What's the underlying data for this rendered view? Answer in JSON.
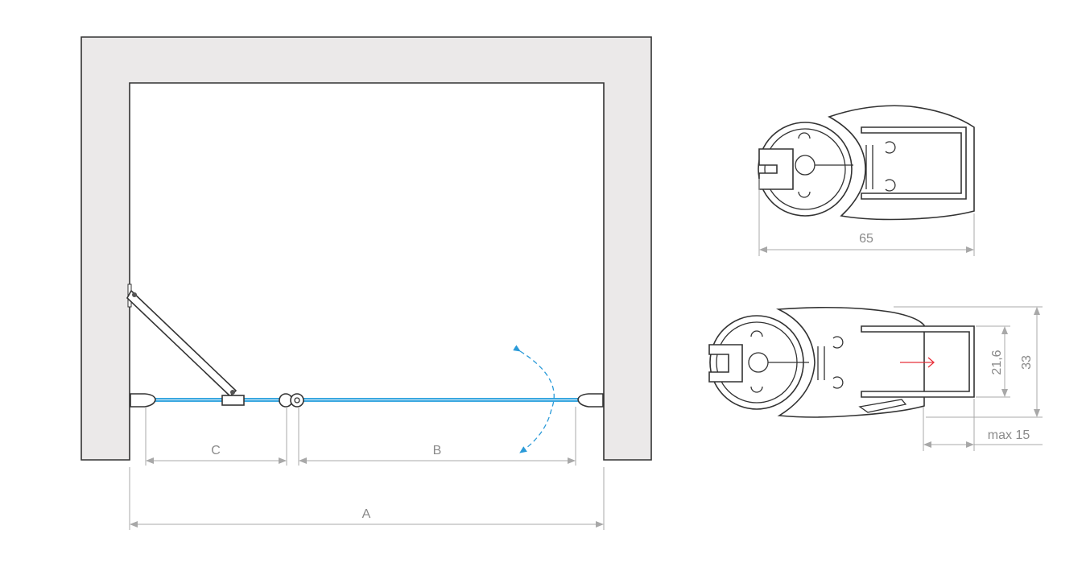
{
  "labels": {
    "A": "A",
    "B": "B",
    "C": "C",
    "width_65": "65",
    "glass_21_6": "21,6",
    "height_33": "33",
    "max_15": "max 15"
  },
  "colors": {
    "wall": "#ebe9e9",
    "glass": "#3aa7e0",
    "swing_arrow": "#2a9ad8",
    "slide_arrow": "#e8303a",
    "dimension": "#a8a8a8"
  }
}
